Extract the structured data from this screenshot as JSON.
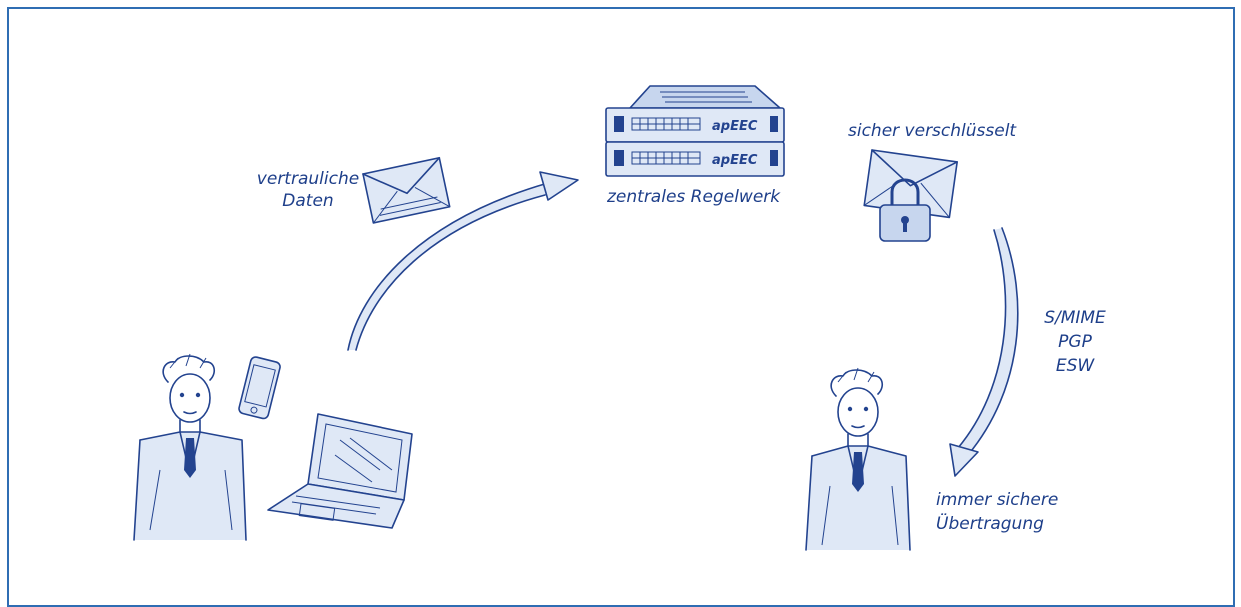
{
  "labels": {
    "confidential_line1": "vertrauliche",
    "confidential_line2": "Daten",
    "central_rules": "zentrales Regelwerk",
    "encrypted": "sicher verschlüsselt",
    "protocols": [
      "S/MIME",
      "PGP",
      "ESW"
    ],
    "secure_line1": "immer sichere",
    "secure_line2": "Übertragung",
    "brand": "apEEC"
  },
  "colors": {
    "frame": "#2f6db3",
    "ink": "#23438f",
    "tint": "#dfe8f6"
  },
  "icons": [
    "envelope-icon",
    "server-rack-icon",
    "padlock-icon",
    "smartphone-icon",
    "laptop-icon",
    "person-icon",
    "arrow-icon"
  ]
}
